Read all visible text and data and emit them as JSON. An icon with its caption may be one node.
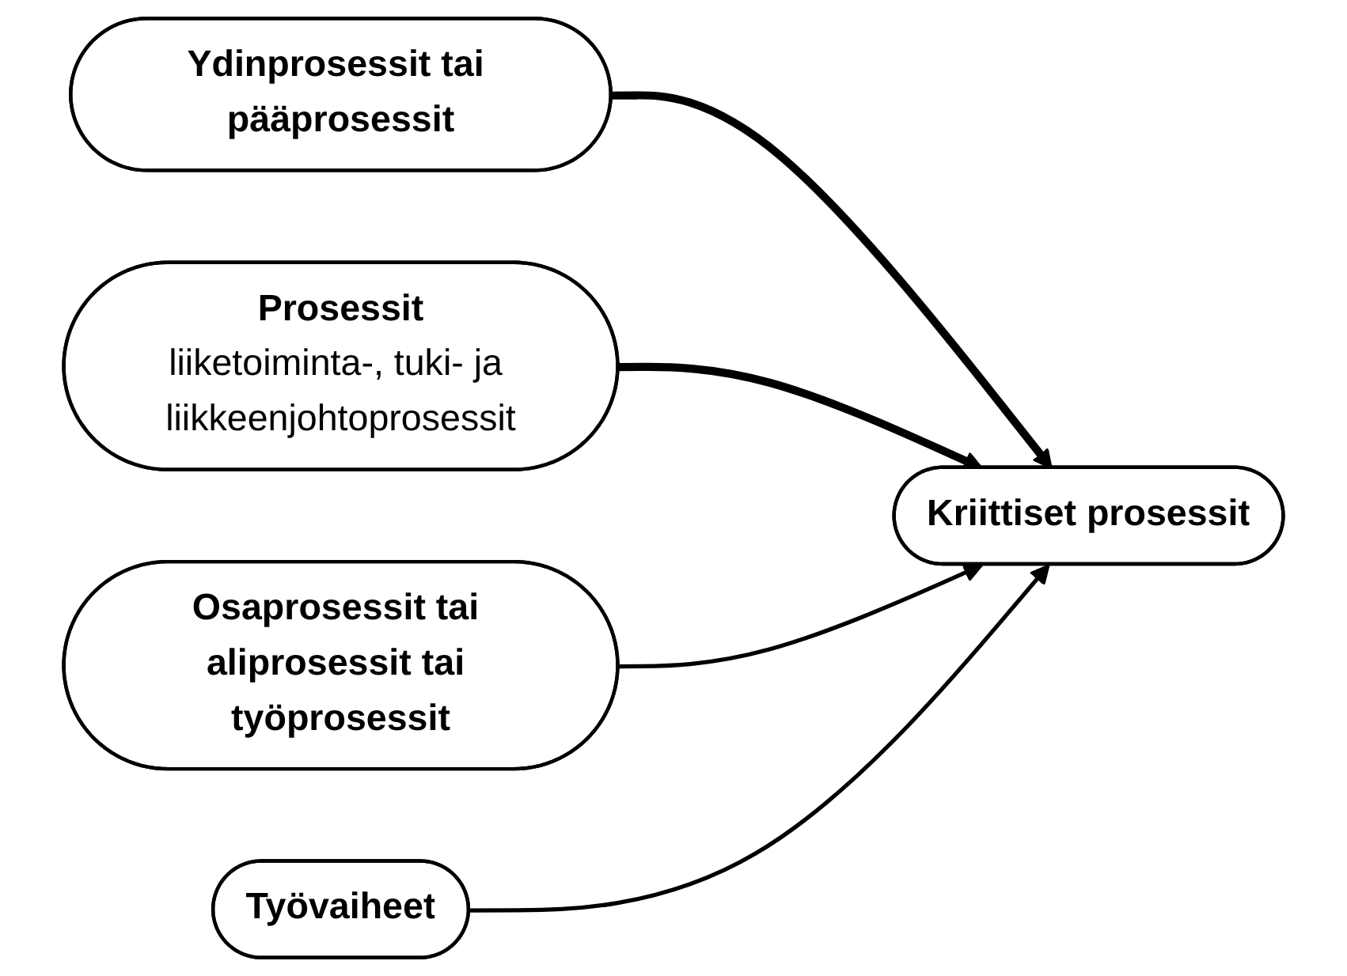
{
  "diagram": {
    "nodes": [
      {
        "text": [
          "Ydinprosessit tai pääprosessit"
        ]
      },
      {
        "text": [
          "Prosessit",
          "liiketoiminta-, tuki- ja liikkeenjohtoprosessit"
        ]
      },
      {
        "text": [
          "Osaprosessit tai aliprosessit tai työprosessit"
        ]
      },
      {
        "text": [
          "Työvaiheet"
        ]
      },
      {
        "text": [
          "Kriittiset prosessit"
        ]
      }
    ],
    "edges": [
      {
        "from": 0,
        "to": 4,
        "arrow": "to",
        "style": "thick"
      },
      {
        "from": 1,
        "to": 4,
        "arrow": "to",
        "style": "thick"
      },
      {
        "from": 2,
        "to": 4,
        "arrow": "to"
      },
      {
        "from": 3,
        "to": 4,
        "arrow": "to"
      }
    ]
  }
}
